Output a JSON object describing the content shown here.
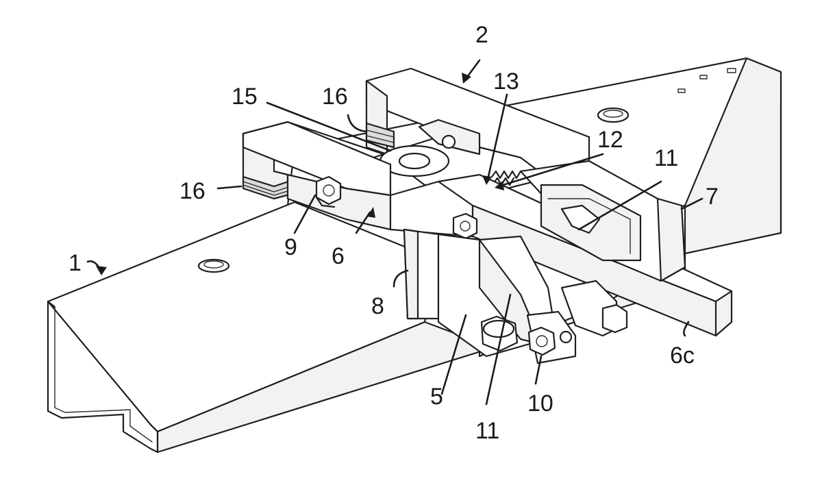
{
  "labels": {
    "n1": "1",
    "n2": "2",
    "n5": "5",
    "n6": "6",
    "n6c": "6c",
    "n7": "7",
    "n8": "8",
    "n9": "9",
    "n10": "10",
    "n11a": "11",
    "n11b": "11",
    "n12": "12",
    "n13": "13",
    "n15": "15",
    "n16a": "16",
    "n16b": "16"
  },
  "colors": {
    "ink": "#1f1f1f",
    "paper": "#ffffff"
  }
}
